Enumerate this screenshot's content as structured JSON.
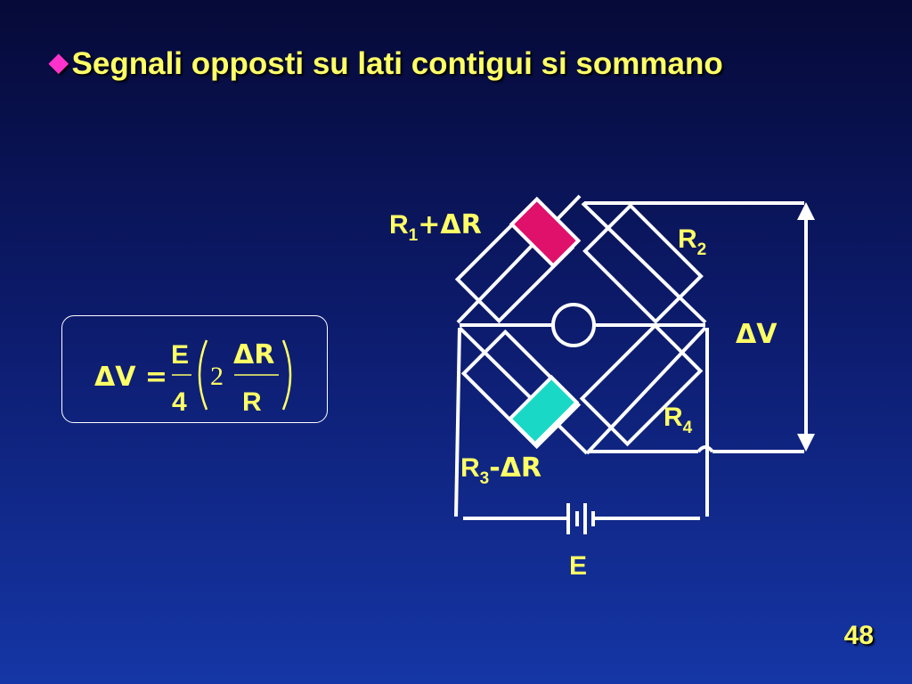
{
  "slide": {
    "title": "Segnali opposti su lati contigui si sommano",
    "page_number": "48"
  },
  "formula": {
    "lhs": "ΔV =",
    "fraction_num": "E",
    "fraction_den": "4",
    "coefficient": "2",
    "inner_num": "ΔR",
    "inner_den": "R"
  },
  "circuit": {
    "r1": {
      "base": "R",
      "sub": "1",
      "suffix": "+ΔR"
    },
    "r2": {
      "base": "R",
      "sub": "2"
    },
    "r3": {
      "base": "R",
      "sub": "3",
      "suffix": "-ΔR"
    },
    "r4": {
      "base": "R",
      "sub": "4"
    },
    "output": "ΔV",
    "source": "E"
  },
  "colors": {
    "text": "#ffff66",
    "bullet": "#ff33cc",
    "gauge_positive": "#e0116b",
    "gauge_negative": "#19d9c6",
    "wire": "#ffffff"
  }
}
